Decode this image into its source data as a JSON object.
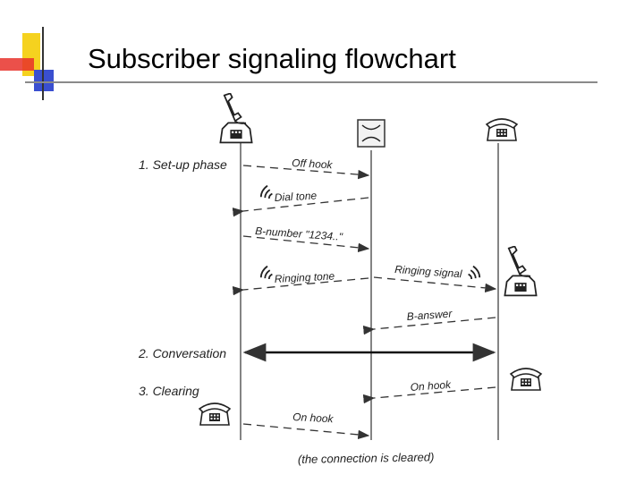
{
  "slide": {
    "title": "Subscriber signaling flowchart"
  },
  "diagram": {
    "phases": {
      "setup": "1. Set-up phase",
      "conversation": "2. Conversation",
      "clearing": "3. Clearing"
    },
    "messages": {
      "off_hook": "Off hook",
      "dial_tone": "Dial tone",
      "b_number": "B-number \"1234..\"",
      "ringing_tone": "Ringing tone",
      "ringing_signal": "Ringing signal",
      "b_answer": "B-answer",
      "on_hook_b": "On hook",
      "on_hook_a": "On hook"
    },
    "footer": "(the connection is cleared)"
  },
  "colors": {
    "logo_yellow": "#f5d21f",
    "logo_red": "#e8312a",
    "logo_blue": "#3a4fd0",
    "line": "#333333"
  }
}
